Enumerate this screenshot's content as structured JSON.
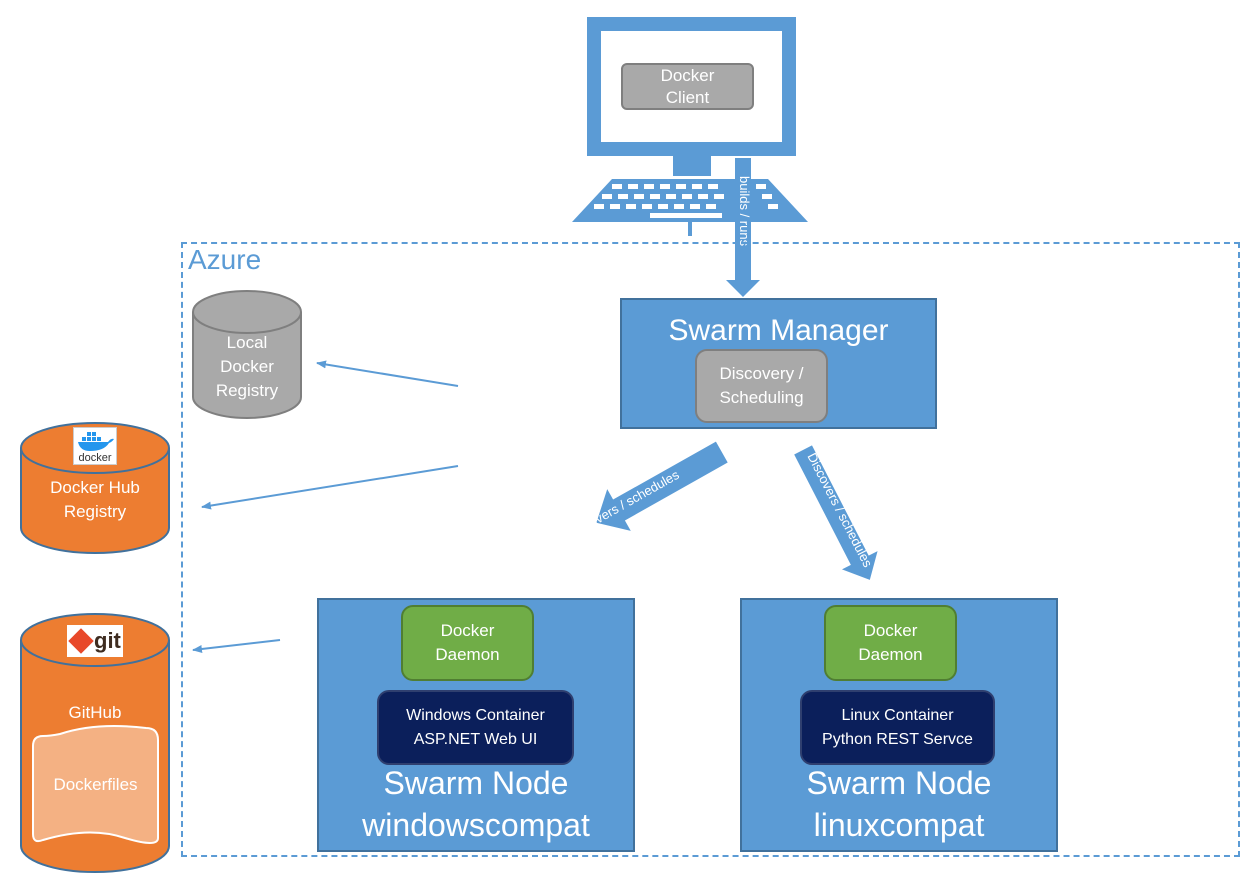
{
  "azure_label": "Azure",
  "client": {
    "label_line1": "Docker",
    "label_line2": "Client"
  },
  "client_arrow_label": "builds / runs",
  "manager": {
    "title": "Swarm Manager",
    "inner_line1": "Discovery /",
    "inner_line2": "Scheduling"
  },
  "left_arrow_label": "discovers / schedules",
  "right_arrow_label": "Discovers / schedules",
  "local_registry": {
    "line1": "Local",
    "line2": "Docker",
    "line3": "Registry"
  },
  "docker_hub": {
    "logo_text": "docker",
    "line1": "Docker Hub",
    "line2": "Registry"
  },
  "github": {
    "logo_text": "git",
    "label": "GitHub",
    "doc_label": "Dockerfiles"
  },
  "node_windows": {
    "daemon_line1": "Docker",
    "daemon_line2": "Daemon",
    "container_line1": "Windows Container",
    "container_line2": "ASP.NET Web UI",
    "title_line1": "Swarm Node",
    "title_line2": "windowscompat"
  },
  "node_linux": {
    "daemon_line1": "Docker",
    "daemon_line2": "Daemon",
    "container_line1": "Linux Container",
    "container_line2": "Python REST Servce",
    "title_line1": "Swarm Node",
    "title_line2": "linuxcompat"
  },
  "colors": {
    "accent_blue": "#5b9bd5",
    "grey_box": "#a9a9a9",
    "green_box": "#70ad47",
    "navy_box": "#0b1f5b",
    "orange": "#ed7d31"
  }
}
